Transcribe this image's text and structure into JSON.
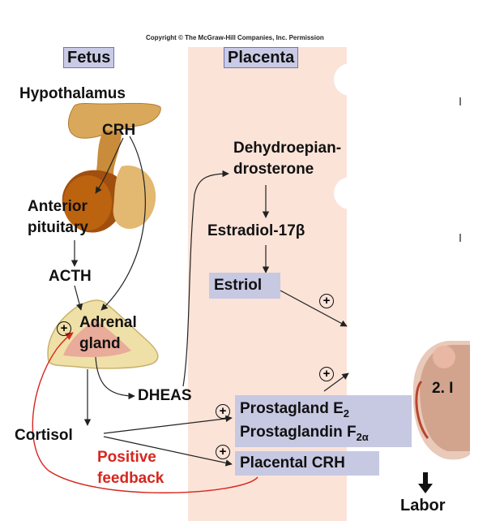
{
  "copyright": "Copyright © The McGraw-Hill Companies, Inc. Permission",
  "headers": {
    "fetus": "Fetus",
    "placenta": "Placenta"
  },
  "labels": {
    "hypothalamus": "Hypothalamus",
    "crh": "CRH",
    "anterior_pituitary_1": "Anterior",
    "anterior_pituitary_2": "pituitary",
    "acth": "ACTH",
    "adrenal_1": "Adrenal",
    "adrenal_2": "gland",
    "dheas": "DHEAS",
    "cortisol": "Cortisol",
    "positive_feedback_1": "Positive",
    "positive_feedback_2": "feedback",
    "dhea_1": "Dehydroepian-",
    "dhea_2": "drosterone",
    "estradiol": "Estradiol-17β",
    "estriol": "Estriol",
    "prostaglandin_e2": "Prostagland E",
    "prostaglandin_e2_sub": "2",
    "prostaglandin_f2a": "Prostaglandin F",
    "prostaglandin_f2a_sub": "2α",
    "placental_crh": "Placental CRH",
    "step_2": "2. I",
    "labor": "Labor"
  },
  "plus_sign": "+",
  "colors": {
    "placenta_band": "#fbe3d8",
    "label_box": "#c7c8e2",
    "feedback_red": "#d7261e"
  }
}
